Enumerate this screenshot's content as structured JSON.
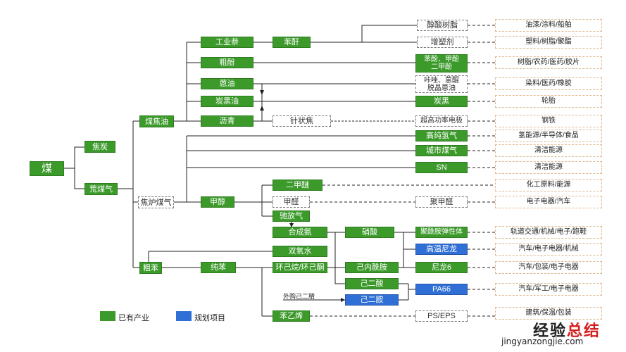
{
  "nodes": {
    "coal": "煤",
    "coke": "焦炭",
    "crude_gas": "荒煤气",
    "coal_tar": "煤焦油",
    "coke_oven_gas": "焦炉煤气",
    "crude_benzene": "粗苯",
    "ind_naphthalene": "工业萘",
    "phthalic_anhydride": "苯酐",
    "crude_phenol": "粗酚",
    "anthracene_oil": "蒽油",
    "carbon_black_oil": "炭黑油",
    "pitch": "沥青",
    "needle_coke": "针状焦",
    "alkyd_resin": "醇酸树脂",
    "plasticizer": "增塑剂",
    "phenol_cresol": "苯酚、甲酚\n二甲酚",
    "carbazole": "咔唑、蒽醌\n脱晶蒽油",
    "carbon_black": "炭黑",
    "uhp_electrode": "超高功率电极",
    "hp_hydrogen": "高纯氢气",
    "city_gas": "城市煤气",
    "sn": "SN",
    "methanol": "甲醇",
    "dme": "二甲醚",
    "formaldehyde": "甲醛",
    "polyformaldehyde": "聚甲醛",
    "purge_gas": "驰放气",
    "ammonia": "合成氨",
    "nitric_acid": "硝酸",
    "h2o2": "双氧水",
    "pure_benzene": "纯苯",
    "cyclohexane": "环己烷/环己酮",
    "caprolactam": "己内酰胺",
    "adipic_acid": "己二酸",
    "hexanediamine": "己二胺",
    "styrene": "苯乙烯",
    "polyamide_elastomer": "聚酰胺弹性体",
    "ht_nylon": "高温尼龙",
    "nylon6": "尼龙6",
    "pa66": "PA66",
    "ps_eps": "PS/EPS"
  },
  "edge_labels": {
    "adiponitrile": "外购己二腈"
  },
  "applications": [
    "油漆/涂料/船舶",
    "塑料/树脂/聚酯",
    "树脂/农药/医药/胶片",
    "染料/医药/橡胶",
    "轮胎",
    "钢铁",
    "氢能源/半导体/食品",
    "清洁能源",
    "清洁能源",
    "化工原料/能源",
    "电子电器/汽车",
    "轨道交通/机械/电子/跑鞋",
    "汽车/电子电器/机械",
    "汽车/包装/电子电器",
    "汽车/军工/电子电器",
    "建筑/保温/包装"
  ],
  "legend": {
    "existing": {
      "label": "已有产业",
      "color": "#3c9a2b"
    },
    "planned": {
      "label": "规划项目",
      "color": "#2f6fd6"
    }
  },
  "watermark": {
    "main_black": "经验",
    "main_red": "总结",
    "url": "jingyanzongjie.com"
  }
}
